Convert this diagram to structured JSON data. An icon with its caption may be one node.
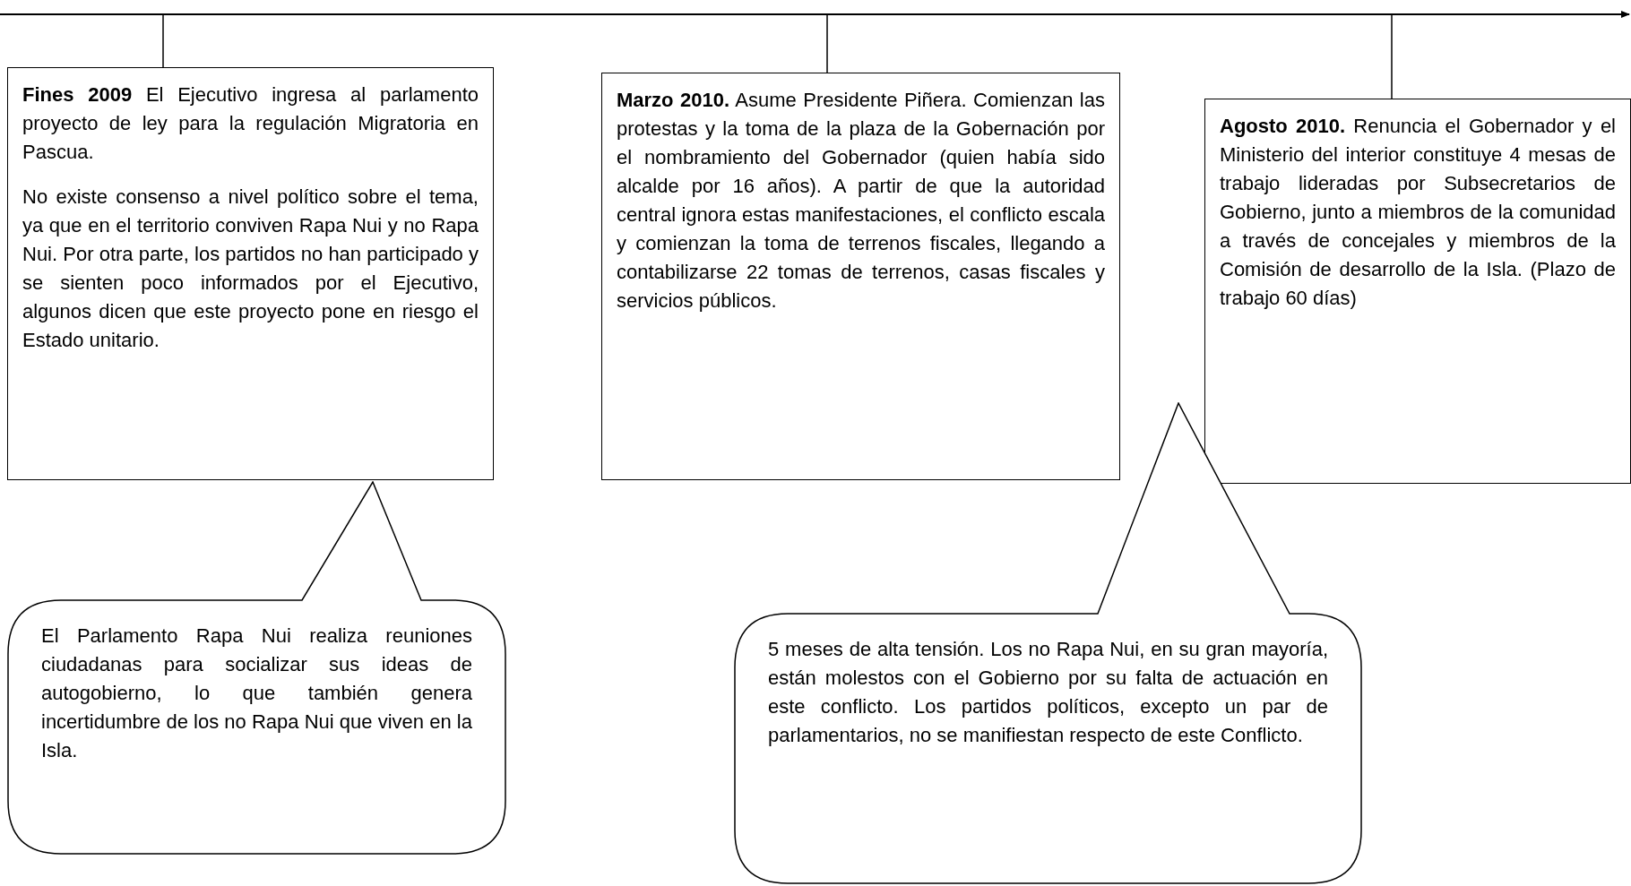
{
  "diagram": {
    "nodes": [
      {
        "text": [],
        "shape": "bar"
      },
      {
        "text": [
          "**Fines 2009** El Ejecutivo ingresa al parlamento proyecto de ley para la regulación Migratoria en Pascua.",
          "No existe consenso a nivel político sobre el tema, ya que en el territorio conviven Rapa Nui y no Rapa Nui. Por otra parte, los partidos no han participado y se sienten poco informados por el Ejecutivo, algunos dicen que este proyecto pone en riesgo el Estado unitario."
        ]
      },
      {
        "text": [
          "**Marzo 2010.** Asume Presidente Piñera. Comienzan las protestas y la toma de la plaza de la Gobernación por el nombramiento del Gobernador (quien había sido alcalde por 16 años). A partir de que la autoridad central ignora estas manifestaciones, el conflicto escala y comienzan la toma de terrenos fiscales, llegando a contabilizarse 22 tomas de terrenos, casas fiscales y servicios públicos."
        ]
      },
      {
        "text": [
          "**Agosto 2010.** Renuncia el Gobernador y el Ministerio del interior constituye 4 mesas de trabajo lideradas por Subsecretarios de Gobierno, junto a miembros de la comunidad a través de concejales y miembros de la Comisión de desarrollo de la Isla. (Plazo de trabajo 60 días)"
        ]
      },
      {
        "text": [
          "El Parlamento Rapa Nui realiza reuniones ciudadanas para socializar sus ideas de autogobierno, lo que también genera incertidumbre de los no Rapa Nui que viven en la Isla."
        ]
      },
      {
        "text": [
          "5 meses de alta tensión. Los no Rapa Nui, en su gran mayoría, están molestos con el Gobierno por su falta de actuación en este conflicto. Los partidos políticos, excepto un par de parlamentarios, no se manifiestan respecto de este Conflicto."
        ]
      }
    ],
    "edges": [
      {
        "from": 0,
        "to": 1,
        "arrow": "none"
      },
      {
        "from": 0,
        "to": 2,
        "arrow": "none"
      },
      {
        "from": 0,
        "to": 3,
        "arrow": "none"
      }
    ]
  }
}
